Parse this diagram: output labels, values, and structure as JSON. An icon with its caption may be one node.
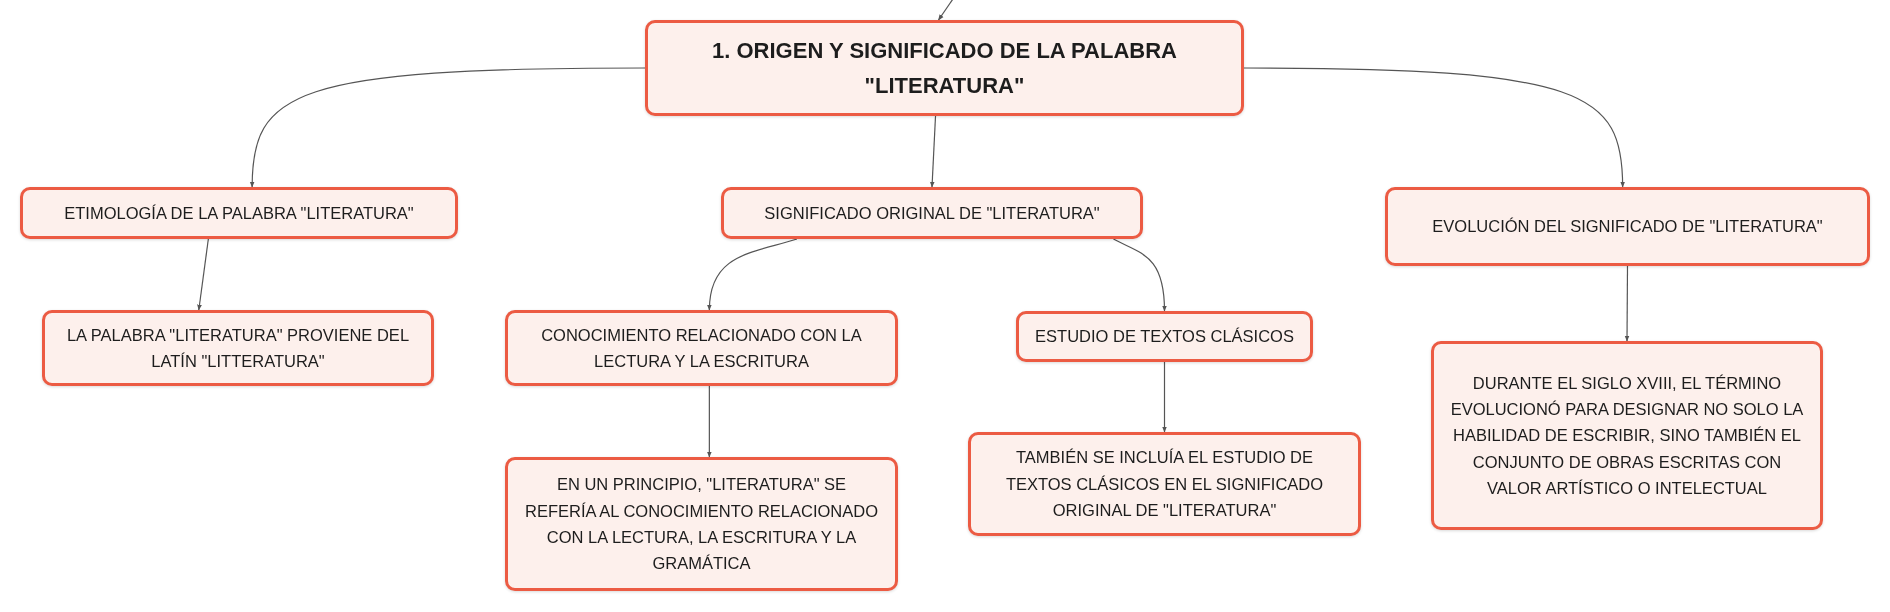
{
  "diagram": {
    "nodes": [
      {
        "text": [
          "1. ORIGEN Y SIGNIFICADO DE LA PALABRA \"LITERATURA\""
        ]
      },
      {
        "text": [
          "ETIMOLOGÍA DE LA PALABRA \"LITERATURA\""
        ]
      },
      {
        "text": [
          "SIGNIFICADO ORIGINAL DE \"LITERATURA\""
        ]
      },
      {
        "text": [
          "EVOLUCIÓN DEL SIGNIFICADO DE \"LITERATURA\""
        ]
      },
      {
        "text": [
          "LA PALABRA \"LITERATURA\" PROVIENE DEL LATÍN \"LITTERATURA\""
        ]
      },
      {
        "text": [
          "CONOCIMIENTO RELACIONADO CON LA LECTURA Y LA ESCRITURA"
        ]
      },
      {
        "text": [
          "ESTUDIO DE TEXTOS CLÁSICOS"
        ]
      },
      {
        "text": [
          "EN UN PRINCIPIO, \"LITERATURA\" SE REFERÍA AL CONOCIMIENTO RELACIONADO CON LA LECTURA, LA ESCRITURA Y LA GRAMÁTICA"
        ]
      },
      {
        "text": [
          "TAMBIÉN SE INCLUÍA EL ESTUDIO DE TEXTOS CLÁSICOS EN EL SIGNIFICADO ORIGINAL DE \"LITERATURA\""
        ]
      },
      {
        "text": [
          "DURANTE EL SIGLO XVIII, EL TÉRMINO EVOLUCIONÓ PARA DESIGNAR NO SOLO LA HABILIDAD DE ESCRIBIR, SINO TAMBIÉN EL CONJUNTO DE OBRAS ESCRITAS CON VALOR ARTÍSTICO O INTELECTUAL"
        ]
      }
    ],
    "edges": [
      {
        "from": null,
        "to": 0,
        "arrow": "to"
      },
      {
        "from": 0,
        "to": 1,
        "arrow": "to"
      },
      {
        "from": 0,
        "to": 2,
        "arrow": "to"
      },
      {
        "from": 0,
        "to": 3,
        "arrow": "to"
      },
      {
        "from": 1,
        "to": 4,
        "arrow": "to"
      },
      {
        "from": 2,
        "to": 5,
        "arrow": "to"
      },
      {
        "from": 2,
        "to": 6,
        "arrow": "to"
      },
      {
        "from": 5,
        "to": 7,
        "arrow": "to"
      },
      {
        "from": 6,
        "to": 8,
        "arrow": "to"
      },
      {
        "from": 3,
        "to": 9,
        "arrow": "to"
      }
    ]
  }
}
